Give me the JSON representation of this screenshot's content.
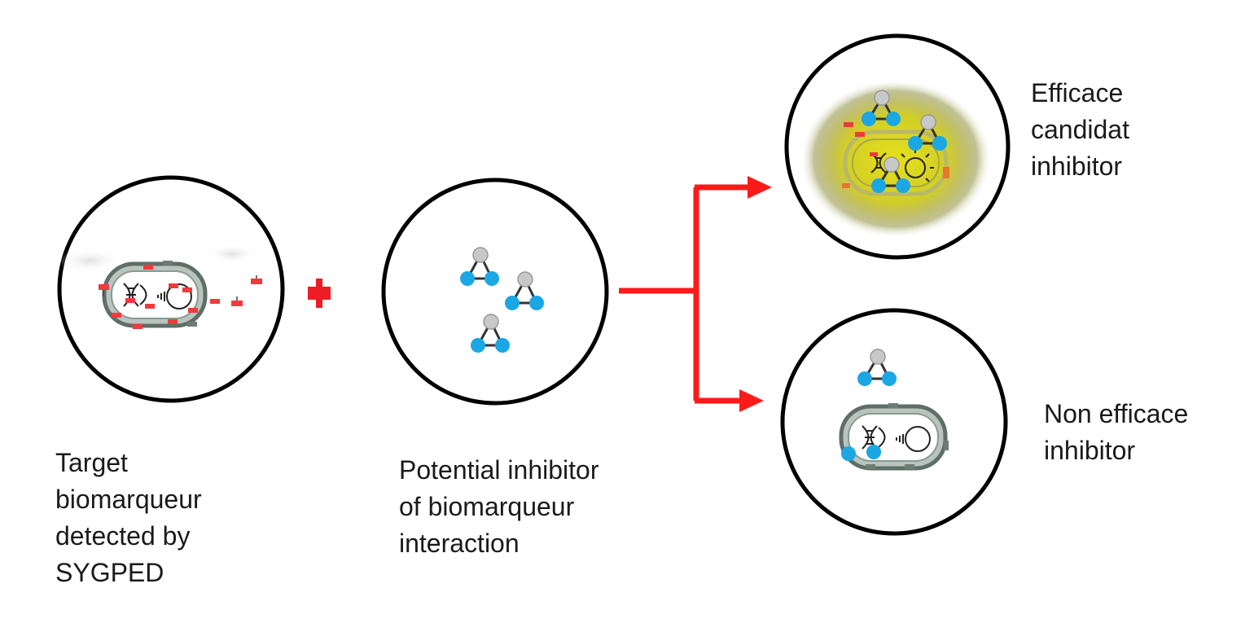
{
  "colors": {
    "arrow": "#ff1a1a",
    "plus": "#ee1c24",
    "circle": "#000000",
    "molecule_blue": "#1ba7e3",
    "molecule_grey": "#c8c8c8",
    "glow": "#d4d21a",
    "marker_red": "#ef3b3b",
    "cell_fill": "#b9c4bf",
    "cell_stroke": "#5f6e68"
  },
  "labels": {
    "target": [
      "Target",
      "biomarqueur",
      "detected by",
      "SYGPED"
    ],
    "inhibitor": [
      "Potential inhibitor",
      "of biomarqueur",
      "interaction"
    ],
    "efficace": [
      "Efficace",
      "candidat",
      "inhibitor"
    ],
    "non_efficace": [
      "Non efficace",
      "inhibitor"
    ]
  },
  "icons": [
    "bacterium-cell-icon",
    "dna-icon",
    "lightbulb-icon",
    "molecule-icon",
    "plus-icon",
    "branch-arrow-icon"
  ]
}
